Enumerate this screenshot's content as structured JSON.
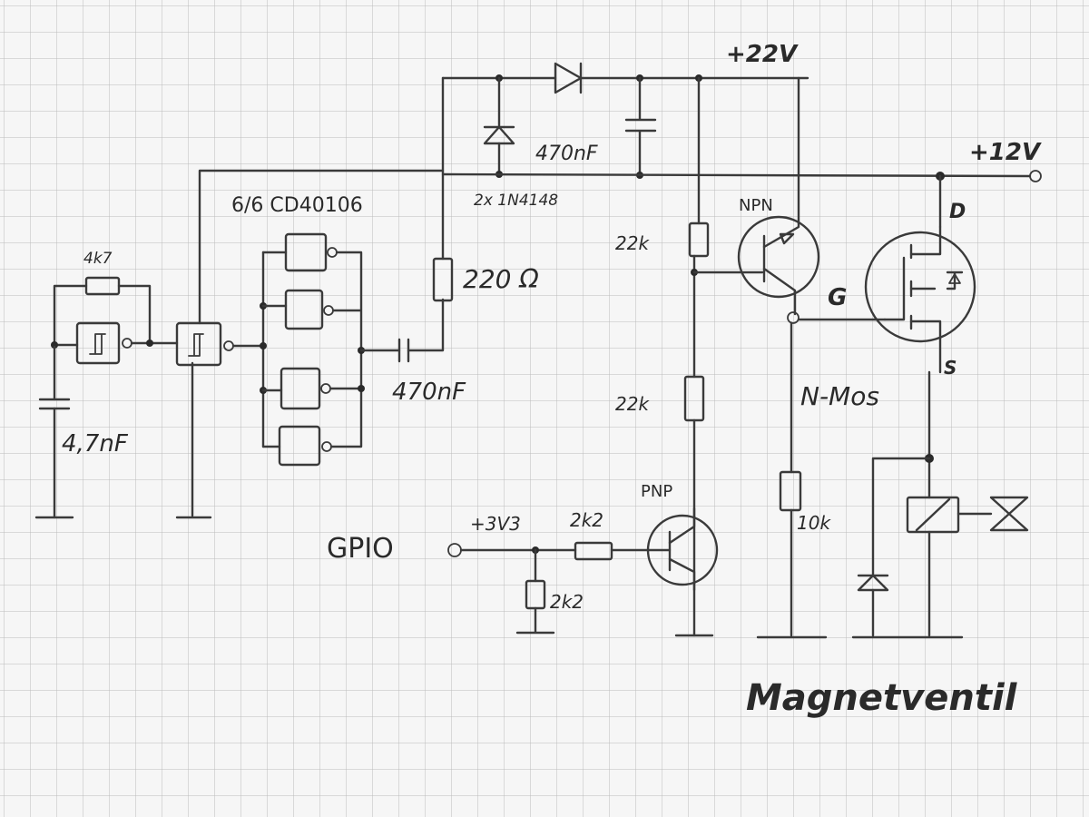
{
  "colors": {
    "paper": "#f6f6f6",
    "grid": "#b9b9b9",
    "pencil": "#2f2f2f"
  },
  "labels": {
    "supply_high": "+22V",
    "supply_mid": "+12V",
    "chip": "6/6 CD40106",
    "r_feedback": "4k7",
    "c_timing": "4,7nF",
    "c_coupling": "470nF",
    "r_series": "220 Ω",
    "c_pump": "470nF",
    "diodes": "2x 1N4148",
    "r_upper": "22k",
    "r_lower": "22k",
    "npn": "NPN",
    "pnp": "PNP",
    "gpio": "GPIO",
    "v33": "+3V3",
    "r_base": "2k2",
    "r_pulldown": "2k2",
    "r_gate": "10k",
    "gate": "G",
    "drain": "D",
    "source": "S",
    "nmos": "N-Mos",
    "valve": "Magnetventil"
  }
}
